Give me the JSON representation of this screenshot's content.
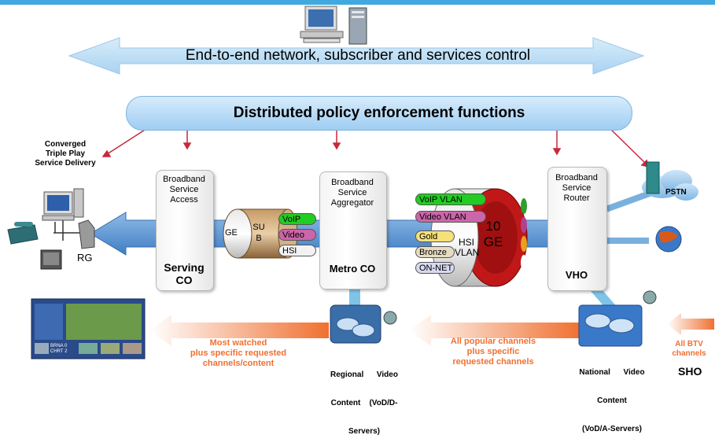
{
  "control_label": "End-to-end network, subscriber and services control",
  "policy_label": "Distributed policy enforcement functions",
  "left_title": [
    "Converged",
    "Triple Play",
    "Service Delivery"
  ],
  "rg_label": "RG",
  "bsa": {
    "title": [
      "Broadband",
      "Service",
      "Access"
    ],
    "site": [
      "Serving",
      "CO"
    ]
  },
  "bsag": {
    "title": [
      "Broadband",
      "Service",
      "Aggregator"
    ],
    "site": "Metro CO"
  },
  "bsr": {
    "title": [
      "Broadband",
      "Service",
      "Router"
    ],
    "site": "VHO"
  },
  "ge_label": "GE",
  "sub_label": [
    "SU",
    "B"
  ],
  "sub_pills": [
    "VoIP",
    "Video",
    "HSI"
  ],
  "vlan_pills": [
    "VoIP VLAN",
    "Video VLAN"
  ],
  "class_pills": [
    "Gold",
    "Bronze",
    "ON-NET"
  ],
  "hsi_vlan": [
    "HSI",
    "VLAN"
  ],
  "tenge": [
    "10",
    "GE"
  ],
  "pstn_label": "PSTN",
  "bottom_left": [
    "Most watched",
    "plus specific requested",
    "channels/content"
  ],
  "regional": [
    "Regional      Video",
    "Content    (VoD/D-",
    "Servers)"
  ],
  "bottom_mid": [
    "All popular channels",
    "plus specific",
    "requested channels"
  ],
  "national": [
    "National      Video",
    "Content",
    "(VoD/A-Servers)"
  ],
  "btv": [
    "All BTV",
    "channels"
  ],
  "sho_label": "SHO",
  "tv_screen": {
    "scoreboard": [
      "BRNA 0",
      "CHRT 2"
    ]
  },
  "colors": {
    "accent": "#3fa9e0",
    "arrow": "#5b9bd5",
    "orange": "#f07030",
    "voip": "#22cc22",
    "video": "#cc66aa",
    "hsi": "#f2f2f2",
    "gold": "#f5e07a",
    "bronze": "#e8dcc0",
    "on_net": "#d8d8f0"
  }
}
